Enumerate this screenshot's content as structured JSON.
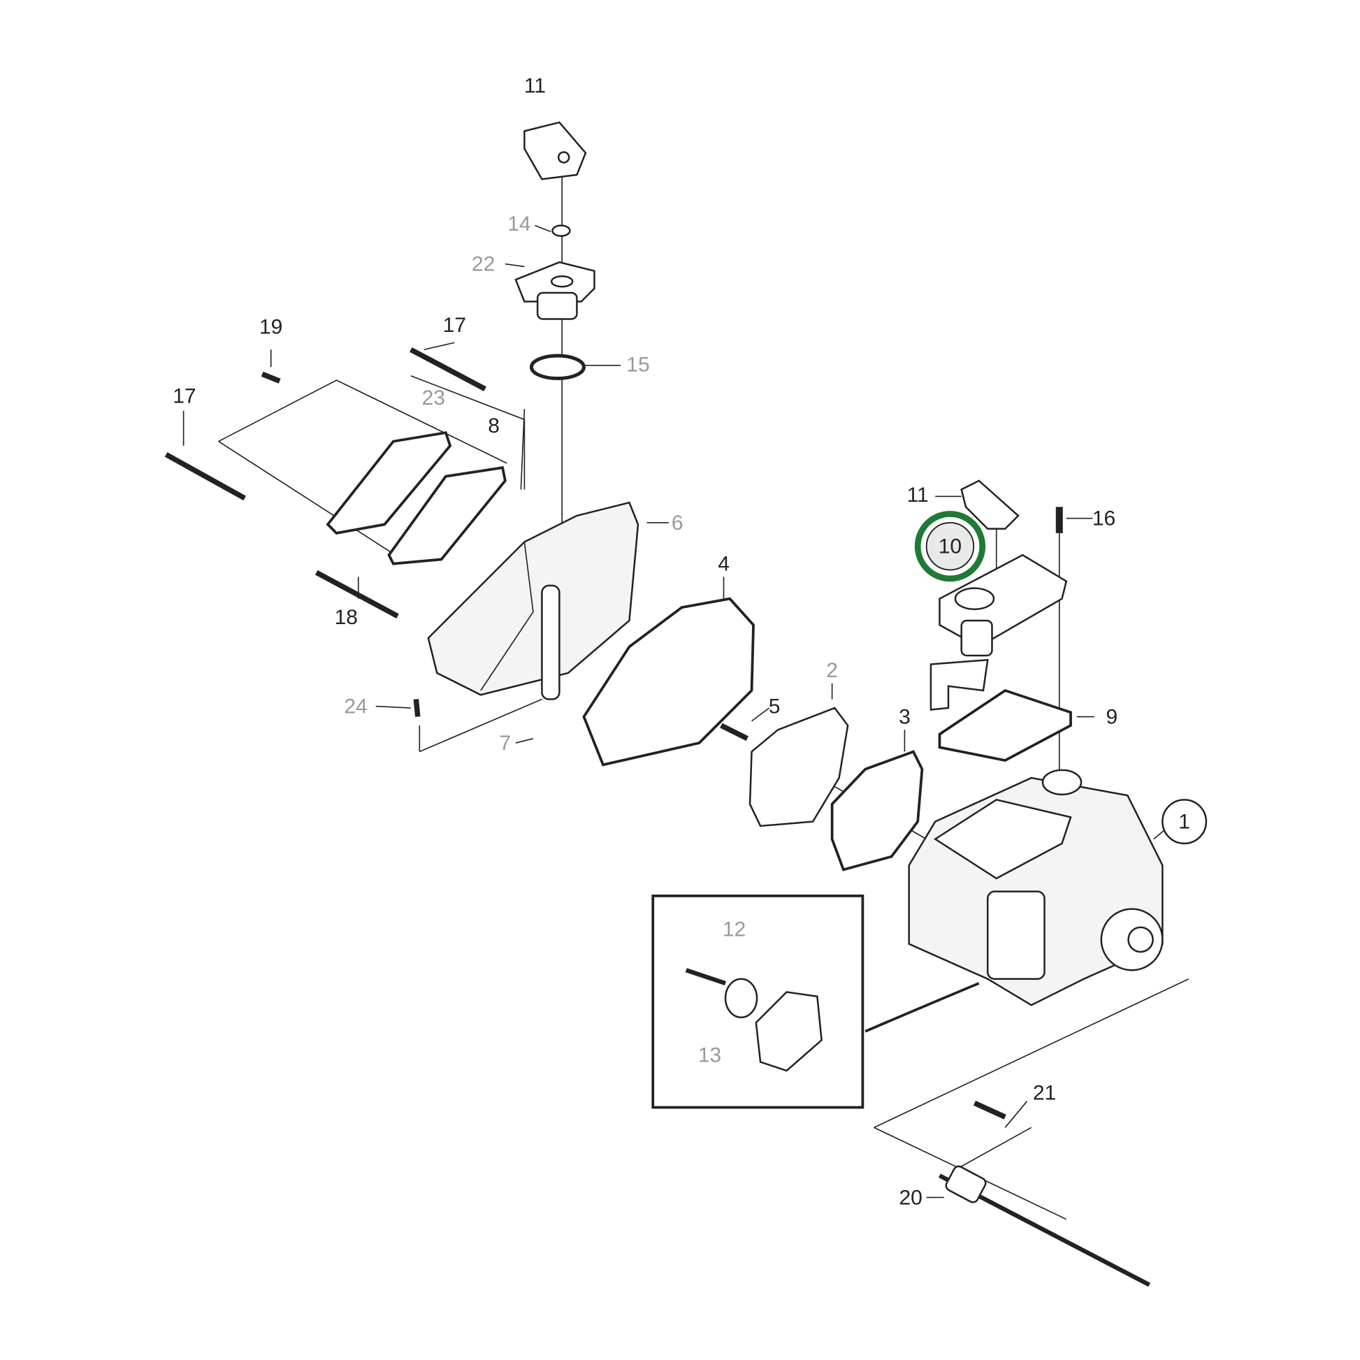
{
  "labels": {
    "p11a": "11",
    "p14": "14",
    "p22": "22",
    "p19": "19",
    "p17a": "17",
    "p15": "15",
    "p17b": "17",
    "p23": "23",
    "p8": "8",
    "p6": "6",
    "p18": "18",
    "p4": "4",
    "p24": "24",
    "p7": "7",
    "p5": "5",
    "p2": "2",
    "p3": "3",
    "p11b": "11",
    "p16": "16",
    "p10": "10",
    "p9": "9",
    "p1": "1",
    "p12": "12",
    "p13": "13",
    "p21": "21",
    "p20": "20"
  },
  "highlight": {
    "part": "10",
    "color": "#1e7a35"
  }
}
